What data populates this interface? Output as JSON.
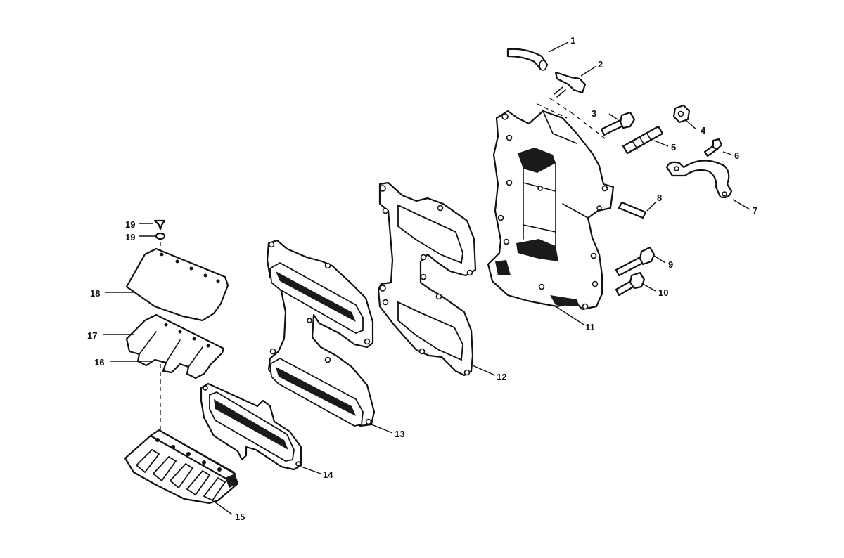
{
  "callouts": {
    "c1": "1",
    "c2": "2",
    "c3": "3",
    "c4": "4",
    "c5": "5",
    "c6": "6",
    "c7": "7",
    "c8": "8",
    "c9": "9",
    "c10": "10",
    "c11": "11",
    "c12": "12",
    "c13": "13",
    "c14": "14",
    "c15": "15",
    "c16": "16",
    "c17": "17",
    "c18": "18",
    "c19a": "19",
    "c19b": "19"
  },
  "colors": {
    "line": "#111111",
    "background": "#ffffff"
  }
}
